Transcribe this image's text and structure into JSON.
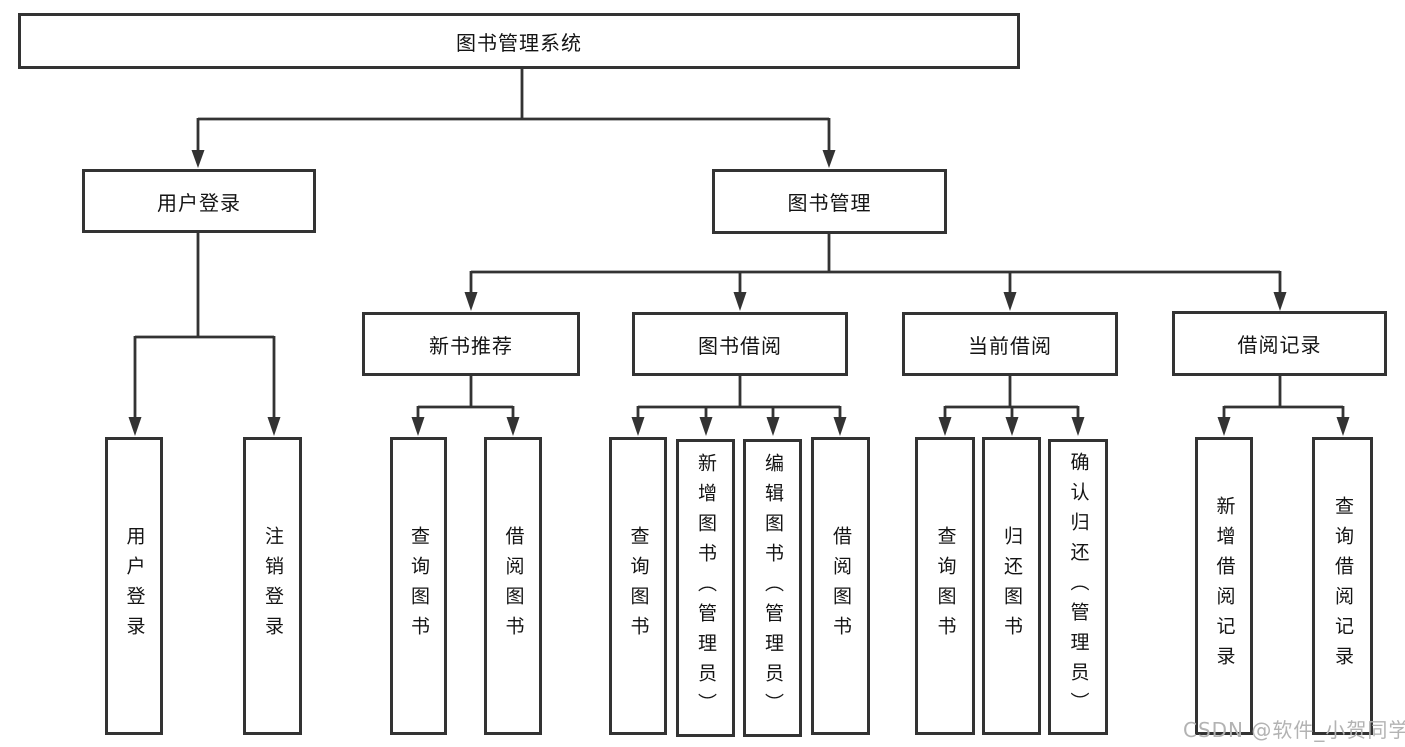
{
  "diagram": {
    "root": {
      "label": "图书管理系统"
    },
    "branches": [
      {
        "label": "用户登录",
        "children": [
          "用户登录",
          "注销登录"
        ]
      },
      {
        "label": "图书管理",
        "children": [
          {
            "label": "新书推荐",
            "children": [
              "查询图书",
              "借阅图书"
            ]
          },
          {
            "label": "图书借阅",
            "children": [
              "查询图书",
              "新增图书（管理员）",
              "编辑图书（管理员）",
              "借阅图书"
            ]
          },
          {
            "label": "当前借阅",
            "children": [
              "查询图书",
              "归还图书",
              "确认归还（管理员）"
            ]
          },
          {
            "label": "借阅记录",
            "children": [
              "新增借阅记录",
              "查询借阅记录"
            ]
          }
        ]
      }
    ],
    "watermark": "CSDN @软件_小贺同学",
    "colors": {
      "line": "#333333",
      "box_border": "#333333",
      "box_fill": "#ffffff",
      "text": "#141414",
      "watermark": "#b3b3b3",
      "background": "#ffffff"
    }
  }
}
